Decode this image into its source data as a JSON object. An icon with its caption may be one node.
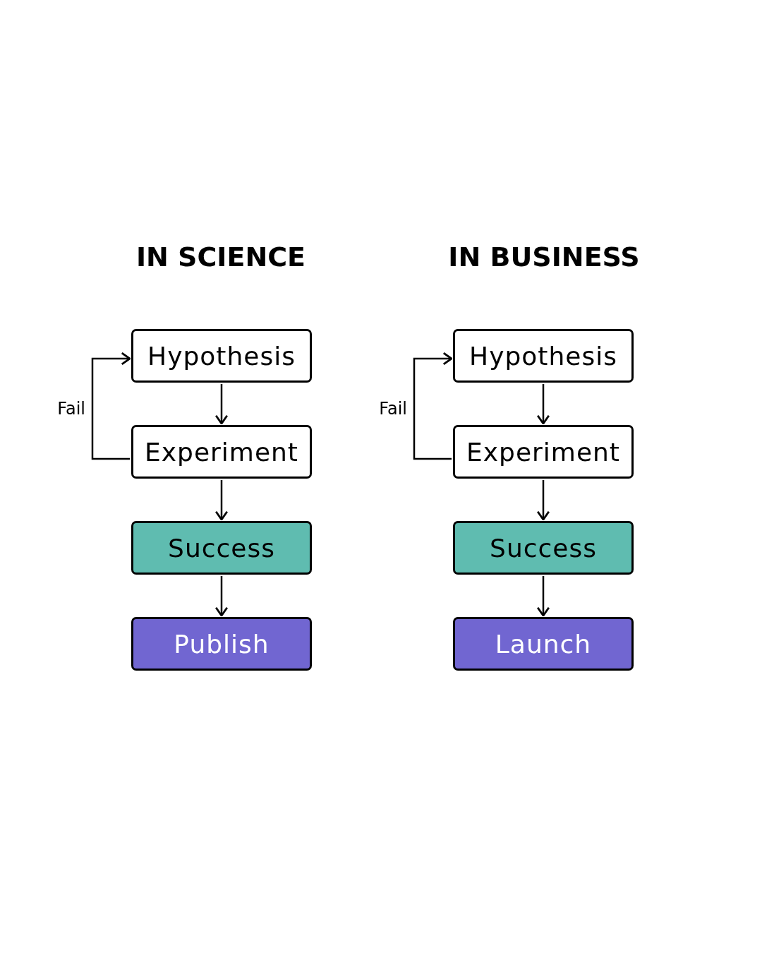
{
  "diagram": {
    "nodes": [
      {
        "text": [
          "Hypothesis"
        ]
      },
      {
        "text": [
          "Experiment"
        ]
      },
      {
        "text": [
          "Success"
        ]
      },
      {
        "text": [
          "Publish"
        ]
      },
      {
        "text": [
          "Hypothesis"
        ]
      },
      {
        "text": [
          "Experiment"
        ]
      },
      {
        "text": [
          "Success"
        ]
      },
      {
        "text": [
          "Launch"
        ]
      }
    ],
    "edges": [
      {
        "from": 0,
        "to": 1,
        "arrow": "to"
      },
      {
        "from": 1,
        "to": 2,
        "arrow": "to"
      },
      {
        "from": 2,
        "to": 3,
        "arrow": "to"
      },
      {
        "from": 1,
        "to": 0,
        "arrow": "to",
        "label": "Fail"
      },
      {
        "from": 4,
        "to": 5,
        "arrow": "to"
      },
      {
        "from": 5,
        "to": 6,
        "arrow": "to"
      },
      {
        "from": 6,
        "to": 7,
        "arrow": "to"
      },
      {
        "from": 5,
        "to": 4,
        "arrow": "to",
        "label": "Fail"
      }
    ],
    "labels": [
      "IN SCIENCE",
      "IN BUSINESS"
    ]
  }
}
